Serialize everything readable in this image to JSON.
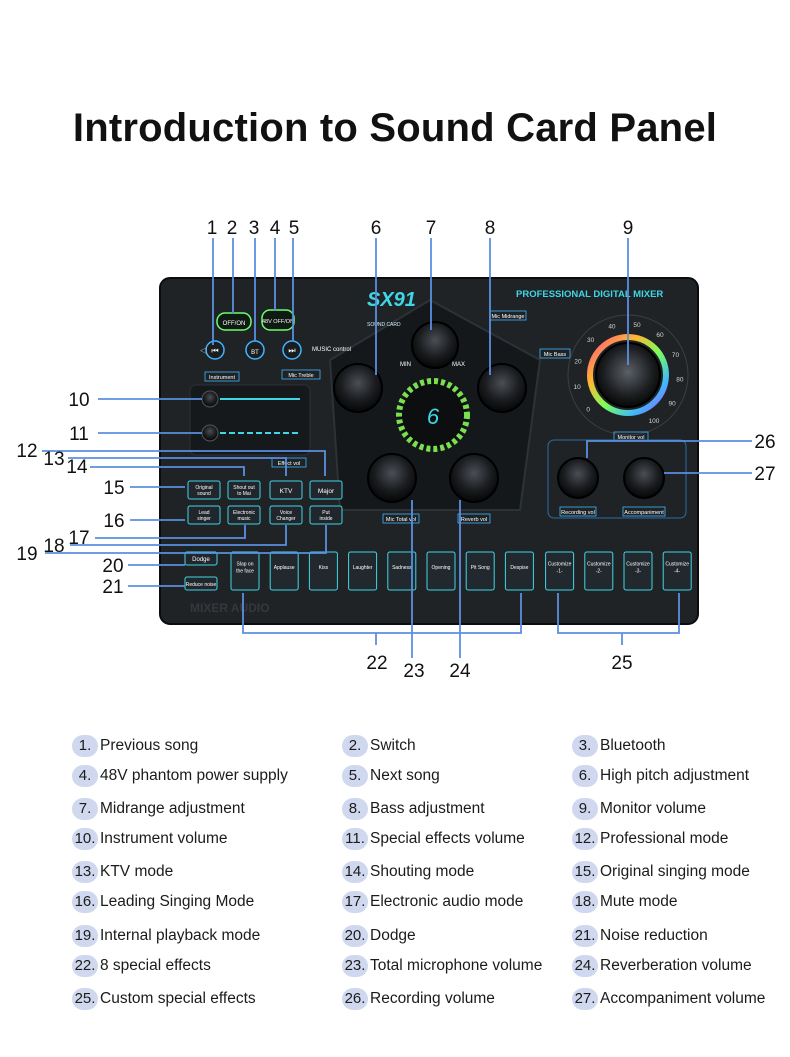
{
  "title": "Introduction to Sound Card Panel",
  "device": {
    "model": "SX91",
    "model_sub": "SOUND CARD",
    "header": "PROFESSIONAL DIGITAL MIXER",
    "watermark": "MIXER AUDIO",
    "display_digit": "6",
    "music_control": "MUSIC control",
    "switch_label": "OFF/ON",
    "phantom_label": "48V OFF/ON",
    "bt_label": "BT",
    "knob_labels": {
      "mic_midrange": "Mic Midrange",
      "mic_bass": "Mic Bass",
      "mic_treble": "Mic Treble",
      "min": "MIN",
      "max": "MAX",
      "mic_total_vol": "Mic Total vol",
      "reverb_vol": "Reverb vol",
      "monitor_vol": "Monitor vol",
      "recording_vol": "Recording vol",
      "accompaniment": "Accompaniment",
      "instrument": "Instrument",
      "effect_vol": "Effect vol"
    },
    "dial_scale": [
      "0",
      "10",
      "20",
      "30",
      "40",
      "50",
      "60",
      "70",
      "80",
      "90",
      "100"
    ],
    "mode_buttons_row1": [
      "Original sound",
      "Shout out to Mai",
      "KTV",
      "Major"
    ],
    "mode_buttons_row2": [
      "Lead singer",
      "Electronic music",
      "Voice Changer",
      "Put inside"
    ],
    "dodge": "Dodge",
    "reduce_noise": "Reduce noise",
    "effect_buttons": [
      "Slap on the face",
      "Applause",
      "Kiss",
      "Laughter",
      "Sadness",
      "Opening",
      "Pit Song",
      "Despise"
    ],
    "custom_buttons": [
      "Customize -1-",
      "Customize -2-",
      "Customize -3-",
      "Customize -4-"
    ]
  },
  "callouts": [
    "1",
    "2",
    "3",
    "4",
    "5",
    "6",
    "7",
    "8",
    "9",
    "10",
    "11",
    "12",
    "13",
    "14",
    "15",
    "16",
    "17",
    "18",
    "19",
    "20",
    "21",
    "22",
    "23",
    "24",
    "25",
    "26",
    "27"
  ],
  "legend": [
    {
      "num": "1.",
      "text": "Previous song"
    },
    {
      "num": "2.",
      "text": "Switch"
    },
    {
      "num": "3.",
      "text": "Bluetooth"
    },
    {
      "num": "4.",
      "text": "48V phantom power supply"
    },
    {
      "num": "5.",
      "text": "Next song"
    },
    {
      "num": "6.",
      "text": "High pitch adjustment"
    },
    {
      "num": "7.",
      "text": "Midrange adjustment"
    },
    {
      "num": "8.",
      "text": "Bass adjustment"
    },
    {
      "num": "9.",
      "text": "Monitor volume"
    },
    {
      "num": "10.",
      "text": "Instrument volume"
    },
    {
      "num": "11.",
      "text": "Special effects volume"
    },
    {
      "num": "12.",
      "text": "Professional mode"
    },
    {
      "num": "13.",
      "text": "KTV mode"
    },
    {
      "num": "14.",
      "text": "Shouting mode"
    },
    {
      "num": "15.",
      "text": "Original singing mode"
    },
    {
      "num": "16.",
      "text": "Leading Singing Mode"
    },
    {
      "num": "17.",
      "text": "Electronic audio mode"
    },
    {
      "num": "18.",
      "text": "Mute mode"
    },
    {
      "num": "19.",
      "text": "Internal playback mode"
    },
    {
      "num": "20.",
      "text": "Dodge"
    },
    {
      "num": "21.",
      "text": "Noise reduction"
    },
    {
      "num": "22.",
      "text": "8 special effects"
    },
    {
      "num": "23.",
      "text": "Total microphone volume"
    },
    {
      "num": "24.",
      "text": "Reverberation volume"
    },
    {
      "num": "25.",
      "text": "Custom special effects"
    },
    {
      "num": "26.",
      "text": "Recording volume"
    },
    {
      "num": "27.",
      "text": "Accompaniment volume"
    }
  ],
  "colors": {
    "accent": "#4f8fe0",
    "panel": "#1f2326",
    "glow": "#3fd6e6",
    "line": "#5b8fe0",
    "badge": "#cfd8ee"
  }
}
